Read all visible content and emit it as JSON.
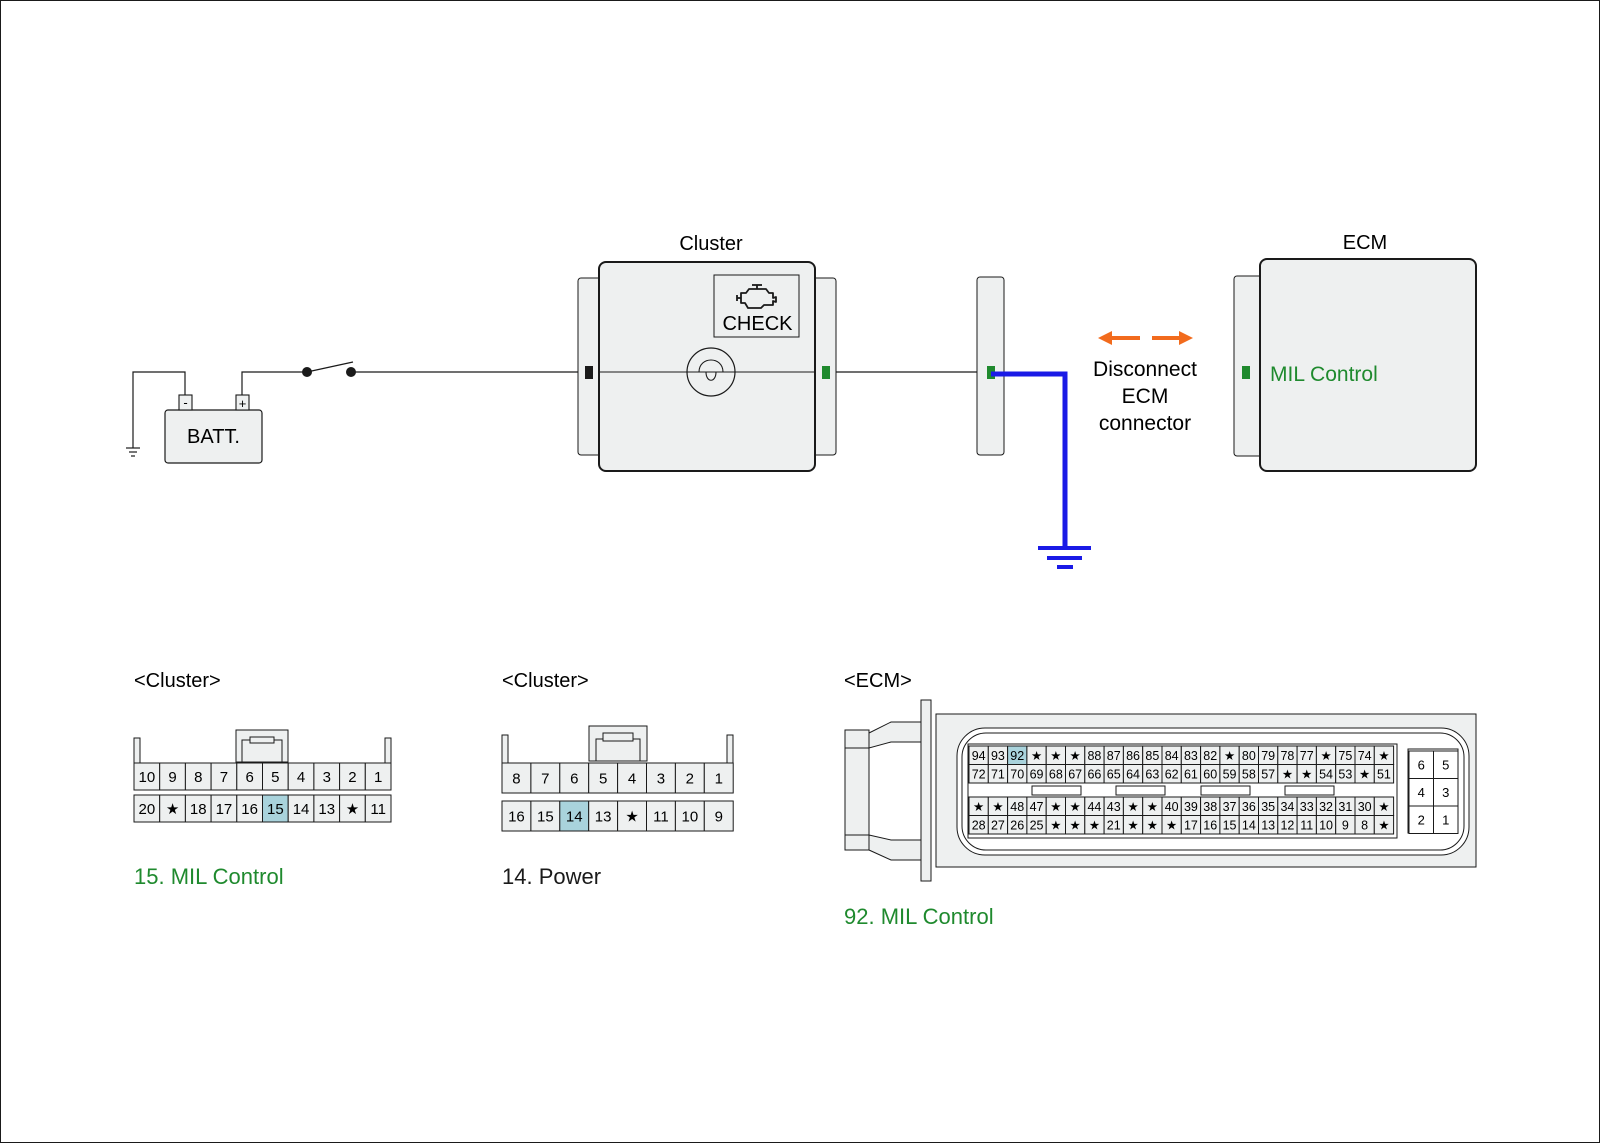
{
  "colors": {
    "green": "#1f8a2e",
    "ground_wire": "#1a1ae6",
    "arrow": "#f26b1d",
    "highlight_pin": "#a9d3dc",
    "box_fill": "#eef0f0",
    "line": "#1a1a1a"
  },
  "battery": {
    "label": "BATT.",
    "neg": "-",
    "pos": "+"
  },
  "cluster": {
    "title": "Cluster",
    "check_label": "CHECK",
    "icon": "engine-icon"
  },
  "ecm": {
    "title": "ECM",
    "pin_label": "MIL Control"
  },
  "disconnect_note": [
    "Disconnect",
    "ECM",
    "connector"
  ],
  "connector1": {
    "title": "<Cluster>",
    "row1": [
      "10",
      "9",
      "8",
      "7",
      "6",
      "5",
      "4",
      "3",
      "2",
      "1"
    ],
    "row2": [
      "20",
      "★",
      "18",
      "17",
      "16",
      "15",
      "14",
      "13",
      "★",
      "11"
    ],
    "highlight": "15",
    "caption": "15. MIL Control"
  },
  "connector2": {
    "title": "<Cluster>",
    "row1": [
      "8",
      "7",
      "6",
      "5",
      "4",
      "3",
      "2",
      "1"
    ],
    "row2": [
      "16",
      "15",
      "14",
      "13",
      "★",
      "11",
      "10",
      "9"
    ],
    "highlight": "14",
    "caption": "14. Power"
  },
  "connector3": {
    "title": "<ECM>",
    "row1": [
      "94",
      "93",
      "92",
      "★",
      "★",
      "★",
      "88",
      "87",
      "86",
      "85",
      "84",
      "83",
      "82",
      "★",
      "80",
      "79",
      "78",
      "77",
      "★",
      "75",
      "74",
      "★"
    ],
    "row2": [
      "72",
      "71",
      "70",
      "69",
      "68",
      "67",
      "66",
      "65",
      "64",
      "63",
      "62",
      "61",
      "60",
      "59",
      "58",
      "57",
      "★",
      "★",
      "54",
      "53",
      "★",
      "51"
    ],
    "row3": [
      "★",
      "★",
      "48",
      "47",
      "★",
      "★",
      "44",
      "43",
      "★",
      "★",
      "40",
      "39",
      "38",
      "37",
      "36",
      "35",
      "34",
      "33",
      "32",
      "31",
      "30",
      "★"
    ],
    "row4": [
      "28",
      "27",
      "26",
      "25",
      "★",
      "★",
      "★",
      "21",
      "★",
      "★",
      "★",
      "17",
      "16",
      "15",
      "14",
      "13",
      "12",
      "11",
      "10",
      "9",
      "8",
      "★"
    ],
    "side_pins": [
      [
        "6",
        "5"
      ],
      [
        "4",
        "3"
      ],
      [
        "2",
        "1"
      ]
    ],
    "highlight": "92",
    "caption": "92. MIL Control"
  }
}
